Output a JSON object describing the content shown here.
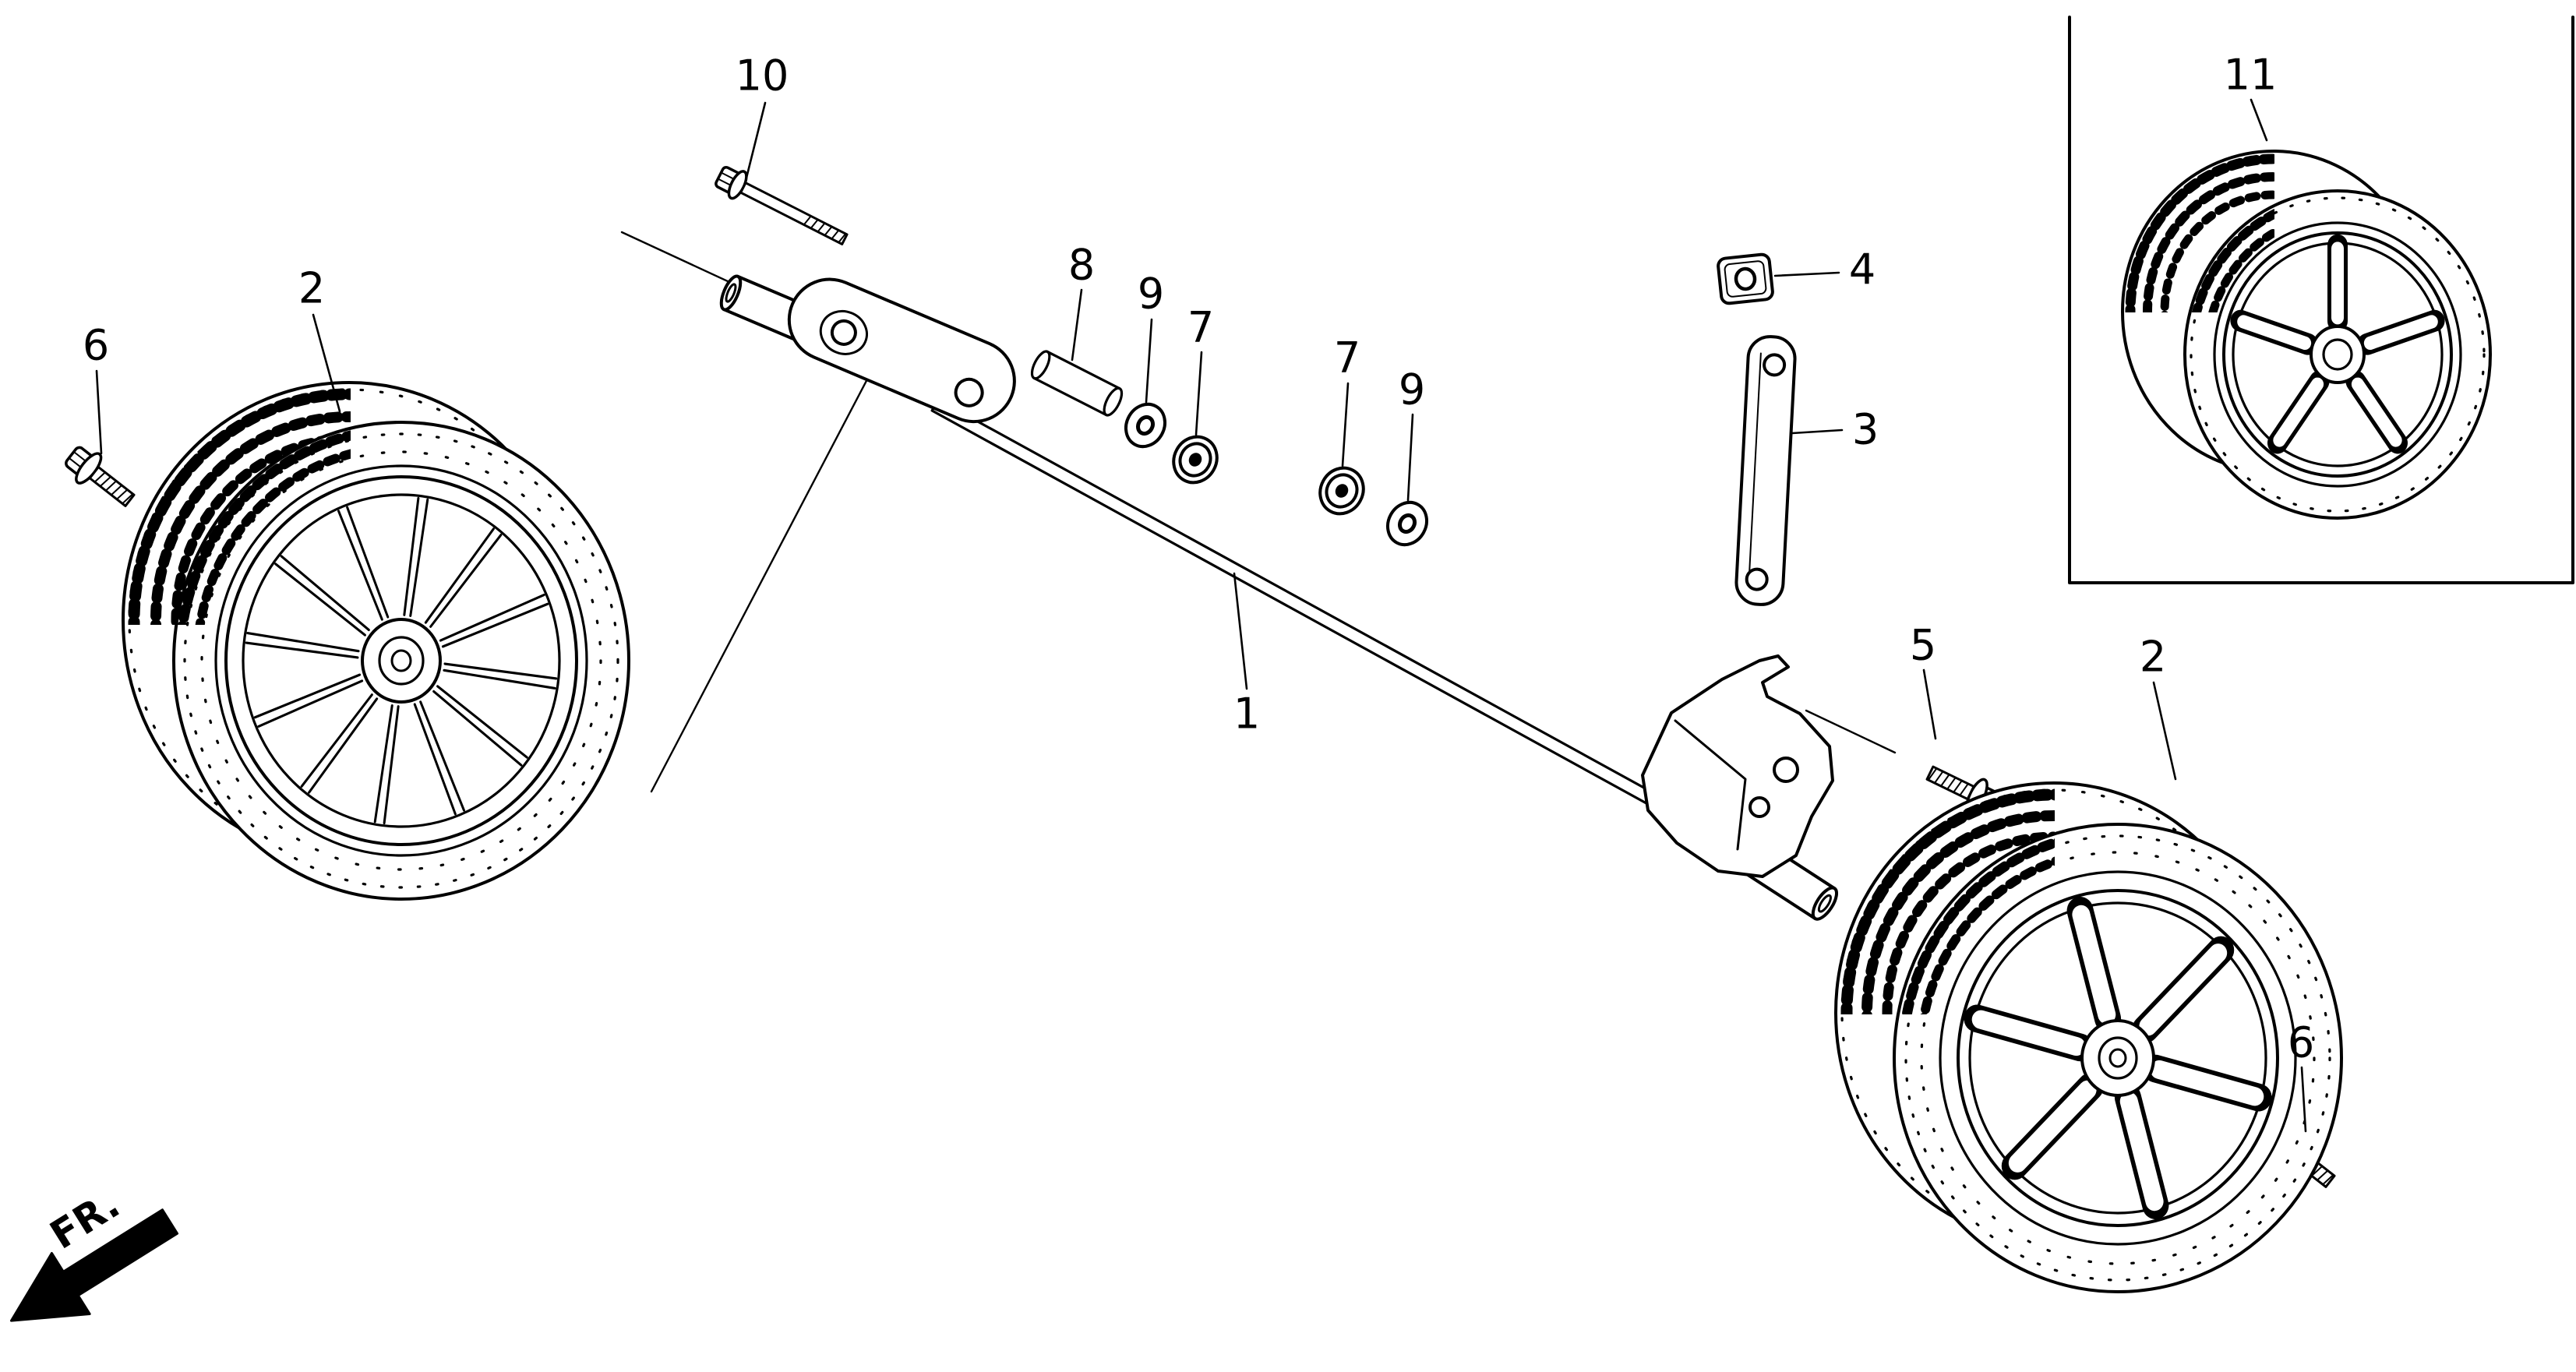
{
  "page": {
    "background": "#ffffff",
    "line_color": "#000000"
  },
  "diagram": {
    "kind": "exploded parts diagram",
    "fr_label": "FR.",
    "callouts": {
      "n1": "1",
      "n2_left": "2",
      "n2_right": "2",
      "n3": "3",
      "n4": "4",
      "n5": "5",
      "n6_left": "6",
      "n6_right": "6",
      "n7_a": "7",
      "n7_b": "7",
      "n8": "8",
      "n9_a": "9",
      "n9_b": "9",
      "n10": "10",
      "n11": "11"
    }
  }
}
